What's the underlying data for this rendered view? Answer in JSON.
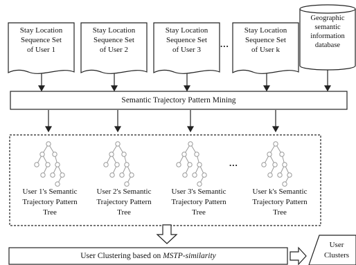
{
  "users": [
    {
      "doc_lines": [
        "Stay Location",
        "Sequence Set",
        "of User 1"
      ],
      "tree_lines": [
        "User 1's Semantic",
        "Trajectory Pattern",
        "Tree"
      ]
    },
    {
      "doc_lines": [
        "Stay Location",
        "Sequence Set",
        "of User 2"
      ],
      "tree_lines": [
        "User 2's Semantic",
        "Trajectory Pattern",
        "Tree"
      ]
    },
    {
      "doc_lines": [
        "Stay Location",
        "Sequence Set",
        "of User 3"
      ],
      "tree_lines": [
        "User 3's Semantic",
        "Trajectory Pattern",
        "Tree"
      ]
    },
    {
      "doc_lines": [
        "Stay Location",
        "Sequence Set",
        "of User k"
      ],
      "tree_lines": [
        "User k's Semantic",
        "Trajectory Pattern",
        "Tree"
      ]
    }
  ],
  "ellipsis_docs": "...",
  "ellipsis_trees": "...",
  "database": {
    "lines": [
      "Geographic",
      "semantic",
      "information",
      "database"
    ]
  },
  "mining_box": {
    "label": "Semantic Trajectory Pattern Mining"
  },
  "clustering_box": {
    "label_prefix": "User Clustering based on ",
    "label_emphasis": "MSTP-similarity"
  },
  "output": {
    "lines": [
      "User",
      "Clusters"
    ]
  },
  "colors": {
    "stroke": "#222222",
    "tree": "#9a9a9a",
    "background": "#ffffff"
  }
}
